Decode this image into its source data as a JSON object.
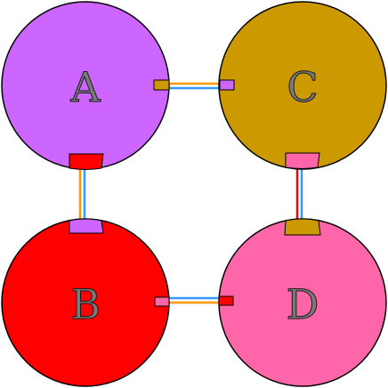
{
  "nodes": [
    {
      "id": "A",
      "label": "A",
      "color": "#cc66ff"
    },
    {
      "id": "B",
      "label": "B",
      "color": "#ff0000"
    },
    {
      "id": "C",
      "label": "C",
      "color": "#cc9900"
    },
    {
      "id": "D",
      "label": "D",
      "color": "#ff66aa"
    }
  ],
  "edges": [
    {
      "from": "A",
      "to": "C",
      "colors": [
        "#ff9900",
        "#3399ff"
      ]
    },
    {
      "from": "A",
      "to": "B",
      "colors": [
        "#ff9900",
        "#3399ff"
      ]
    },
    {
      "from": "C",
      "to": "D",
      "colors": [
        "#ff0000",
        "#3399ff"
      ]
    },
    {
      "from": "B",
      "to": "D",
      "colors": [
        "#3399ff",
        "#ff9900"
      ]
    }
  ],
  "ports": {
    "A_right": "#cc9900",
    "C_left": "#cc66ff",
    "A_bottom": "#ff0000",
    "B_top": "#cc66ff",
    "C_bottom": "#ff66aa",
    "D_top": "#cc9900",
    "B_right": "#ff66aa",
    "D_left": "#ff0000"
  }
}
